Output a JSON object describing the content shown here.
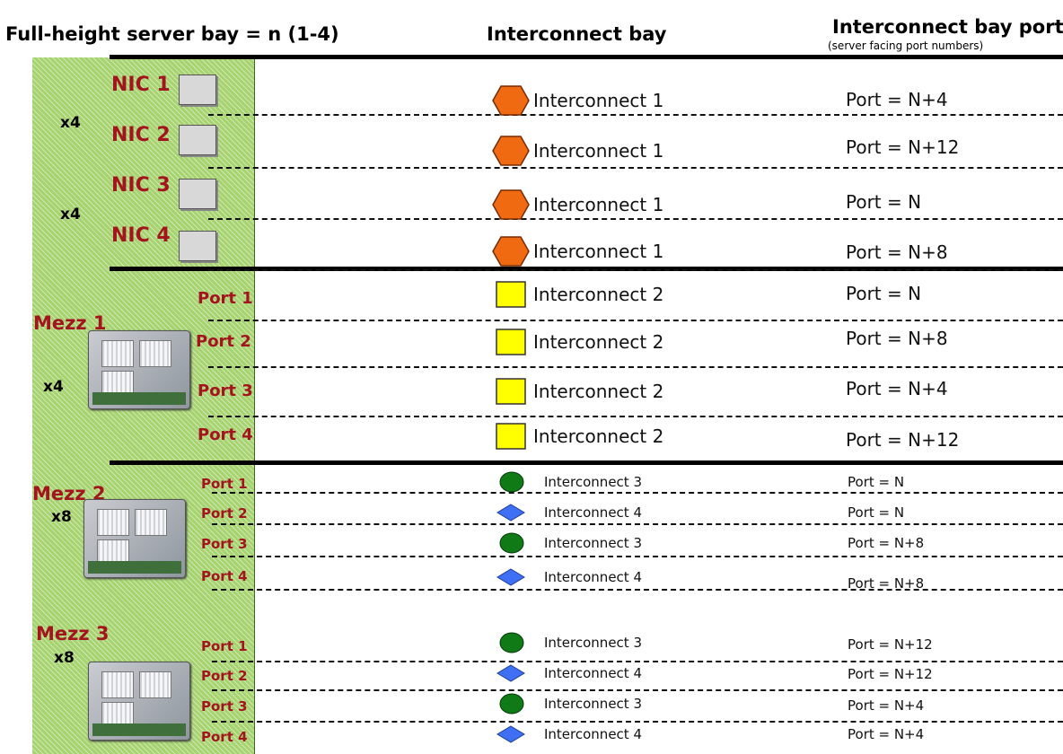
{
  "headers": {
    "server_bay": "Full-height server bay = n (1-4)",
    "interconnect_bay": "Interconnect bay",
    "port_title": "Interconnect bay port",
    "port_subtitle": "(server facing port numbers)"
  },
  "server": {
    "nics": [
      "NIC 1",
      "NIC 2",
      "NIC 3",
      "NIC 4"
    ],
    "mezz_labels": [
      "Mezz 1",
      "Mezz 2",
      "Mezz 3"
    ],
    "multipliers": [
      "x4",
      "x4",
      "x4",
      "x8",
      "x8"
    ],
    "ports": [
      "Port 1",
      "Port 2",
      "Port 3",
      "Port 4"
    ]
  },
  "rows": [
    {
      "icon": "orange-hexagon-icon",
      "interconnect": "Interconnect 1",
      "port": "Port = N+4"
    },
    {
      "icon": "orange-hexagon-icon",
      "interconnect": "Interconnect 1",
      "port": "Port = N+12"
    },
    {
      "icon": "orange-hexagon-icon",
      "interconnect": "Interconnect 1",
      "port": "Port = N"
    },
    {
      "icon": "orange-hexagon-icon",
      "interconnect": "Interconnect 1",
      "port": "Port = N+8"
    },
    {
      "icon": "yellow-square-icon",
      "interconnect": "Interconnect 2",
      "port": "Port = N"
    },
    {
      "icon": "yellow-square-icon",
      "interconnect": "Interconnect 2",
      "port": "Port = N+8"
    },
    {
      "icon": "yellow-square-icon",
      "interconnect": "Interconnect 2",
      "port": "Port = N+4"
    },
    {
      "icon": "yellow-square-icon",
      "interconnect": "Interconnect 2",
      "port": "Port = N+12"
    },
    {
      "icon": "green-circle-icon",
      "interconnect": "Interconnect 3",
      "port": "Port = N"
    },
    {
      "icon": "blue-diamond-icon",
      "interconnect": "Interconnect 4",
      "port": "Port = N"
    },
    {
      "icon": "green-circle-icon",
      "interconnect": "Interconnect 3",
      "port": "Port = N+8"
    },
    {
      "icon": "blue-diamond-icon",
      "interconnect": "Interconnect 4",
      "port": "Port = N+8"
    },
    {
      "icon": "green-circle-icon",
      "interconnect": "Interconnect 3",
      "port": "Port = N+12"
    },
    {
      "icon": "blue-diamond-icon",
      "interconnect": "Interconnect 4",
      "port": "Port = N+12"
    },
    {
      "icon": "green-circle-icon",
      "interconnect": "Interconnect 3",
      "port": "Port = N+4"
    },
    {
      "icon": "blue-diamond-icon",
      "interconnect": "Interconnect 4",
      "port": "Port = N+4"
    }
  ],
  "colors": {
    "panel_green": "#a6d36f",
    "label_red": "#a3141e",
    "orange": "#f06a12",
    "yellow": "#ffff00",
    "green": "#0f7a16",
    "blue": "#3f6ff2"
  }
}
